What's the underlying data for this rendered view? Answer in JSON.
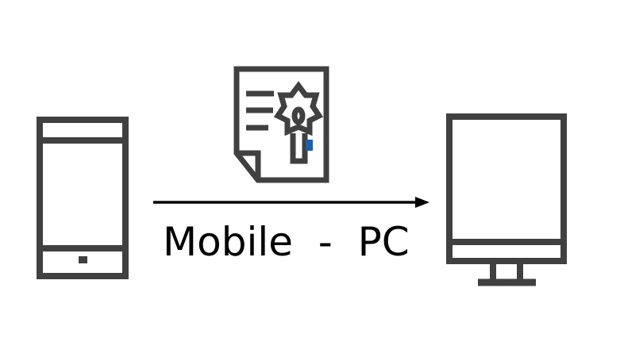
{
  "diagram": {
    "caption": "Mobile  -  PC",
    "nodes": {
      "source": {
        "icon": "mobile-phone-icon"
      },
      "document": {
        "icon": "certificate-document-icon"
      },
      "target": {
        "icon": "desktop-monitor-icon"
      }
    },
    "edge": {
      "from": "source",
      "to": "target",
      "style": "arrow"
    }
  },
  "colors": {
    "icon_stroke": "#404040",
    "arrow": "#000000",
    "accent": "#1f5fa8",
    "background": "#ffffff"
  }
}
